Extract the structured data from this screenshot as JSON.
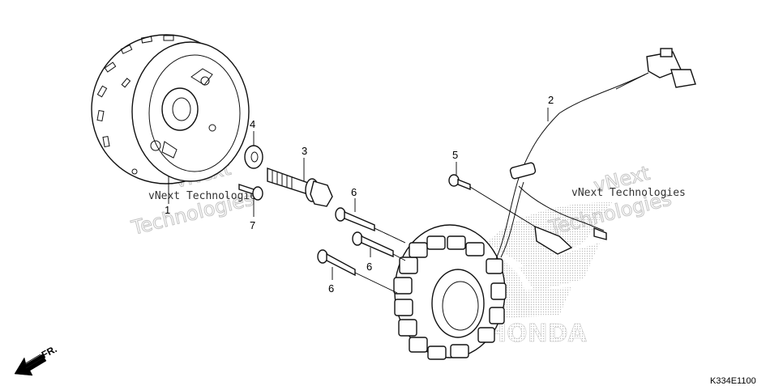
{
  "callouts": {
    "c1": "1",
    "c2": "2",
    "c3": "3",
    "c4": "4",
    "c5": "5",
    "c6a": "6",
    "c6b": "6",
    "c6c": "6",
    "c7": "7"
  },
  "watermark": {
    "left_small": "vNext Technologies",
    "left_large_1": "vNext",
    "left_large_2": "Technologies",
    "right_small": "vNext Technologies",
    "right_large_1": "vNext",
    "right_large_2": "Technologies"
  },
  "brand_logo": "HONDA",
  "front_arrow": "FR.",
  "diagram_code": "K334E1100",
  "colors": {
    "ink": "#000000",
    "watermark_light": "#c4c4c4",
    "logo_dots": "#bdbdbd"
  }
}
